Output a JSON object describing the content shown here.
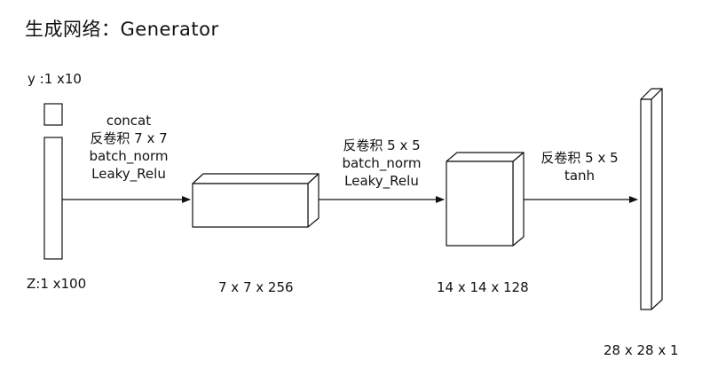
{
  "title": "生成网络：Generator",
  "inputs": {
    "y_label": "y :1 x10",
    "z_label": "Z:1 x100"
  },
  "stages": [
    {
      "ops": [
        "concat",
        "反卷积 7 x 7",
        "batch_norm",
        "Leaky_Relu"
      ]
    },
    {
      "ops": [
        "反卷积 5 x 5",
        "batch_norm",
        "Leaky_Relu"
      ]
    },
    {
      "ops": [
        "反卷积 5 x 5",
        "tanh"
      ]
    }
  ],
  "shapes": [
    "7 x 7 x 256",
    "14 x 14 x 128",
    "28 x 28 x 1"
  ]
}
